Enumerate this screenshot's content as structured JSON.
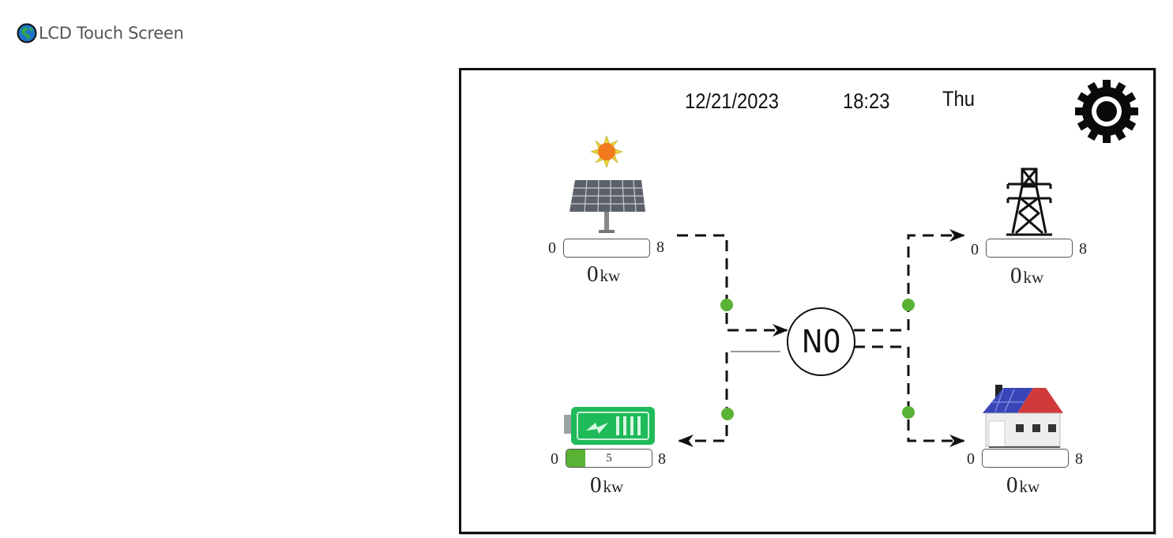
{
  "app": {
    "title": "LCD Touch Screen",
    "title_icon": "globe-icon"
  },
  "screen": {
    "date": "12/21/2023",
    "time": "18:23",
    "weekday": "Thu",
    "settings_icon": "gear-icon",
    "mode_label": "N0",
    "colors": {
      "flow_dot": "#59b233",
      "gauge_fill": "#59b233",
      "line": "#111111"
    },
    "nodes": {
      "solar": {
        "icon": "solar-panel-icon",
        "gauge_min": "0",
        "gauge_max": "8",
        "gauge_value_text": "",
        "gauge_fraction": 0,
        "power_value": "0",
        "power_unit": "kw"
      },
      "grid": {
        "icon": "power-tower-icon",
        "gauge_min": "0",
        "gauge_max": "8",
        "gauge_value_text": "",
        "gauge_fraction": 0,
        "power_value": "0",
        "power_unit": "kw"
      },
      "battery": {
        "icon": "battery-icon",
        "gauge_min": "0",
        "gauge_max": "8",
        "gauge_value_text": "5",
        "gauge_fraction": 0.22,
        "power_value": "0",
        "power_unit": "kw"
      },
      "home": {
        "icon": "house-icon",
        "gauge_min": "0",
        "gauge_max": "8",
        "gauge_value_text": "",
        "gauge_fraction": 0,
        "power_value": "0",
        "power_unit": "kw"
      }
    }
  }
}
